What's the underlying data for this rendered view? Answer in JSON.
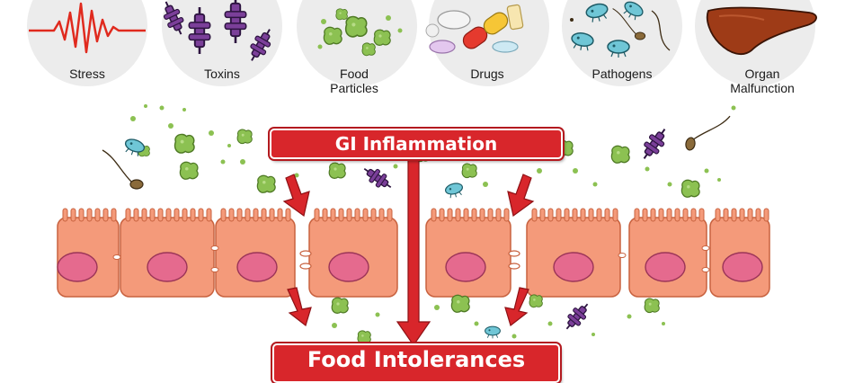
{
  "causes": [
    {
      "label": "Stress",
      "icon": "stress-wave-icon"
    },
    {
      "label": "Toxins",
      "icon": "toxin-molecules-icon"
    },
    {
      "label": "Food\nParticles",
      "icon": "food-particles-icon"
    },
    {
      "label": "Drugs",
      "icon": "pills-icon"
    },
    {
      "label": "Pathogens",
      "icon": "bacteria-icon"
    },
    {
      "label": "Organ\nMalfunction",
      "icon": "liver-icon"
    }
  ],
  "central_effect": "GI Inflammation",
  "outcome": "Food Intolerances",
  "colors": {
    "arrow_red": "#d8262b",
    "cell_fill": "#f49a7a",
    "nucleus": "#e56a8e",
    "particle_green": "#8cc152",
    "toxin_purple": "#7b3f99",
    "pathogen_blue": "#6fc6d6"
  }
}
